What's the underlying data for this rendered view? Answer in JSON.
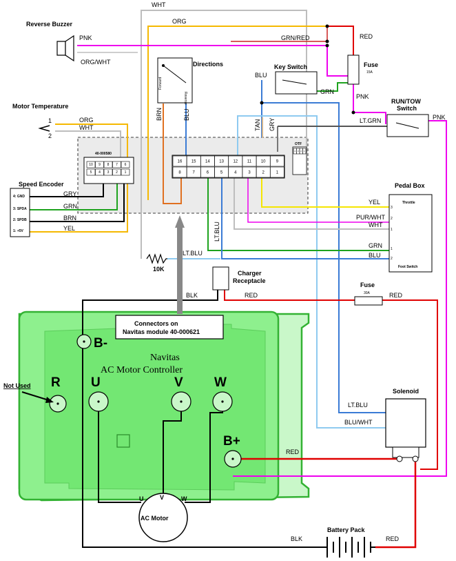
{
  "labels": {
    "reverse_buzzer": "Reverse Buzzer",
    "directions": "Directions",
    "forward": "Forward",
    "reverse": "Reverse",
    "motor_temperature": "Motor Temperature",
    "key_switch": "Key Switch",
    "fuse_15": "Fuse",
    "fuse_15_rating": "15A",
    "run_tow_switch_1": "RUN/TOW",
    "run_tow_switch_2": "Switch",
    "speed_encoder": "Speed Encoder",
    "connector_40_000580": "40-000580",
    "otf": "OTF",
    "pedal_box": "Pedal Box",
    "throttle": "Throttle",
    "foot_switch": "Foot Switch",
    "resistor_10k": "10K",
    "charger_receptacle_1": "Charger",
    "charger_receptacle_2": "Receptacle",
    "fuse_30": "Fuse",
    "fuse_30_rating": "30A",
    "connectors_note_1": "Connectors on",
    "connectors_note_2": "Navitas module 40-000621",
    "controller_name_1": "Navitas",
    "controller_name_2": "AC Motor Controller",
    "not_used": "Not Used",
    "solenoid": "Solenoid",
    "ac_motor": "AC Motor",
    "battery_pack": "Battery Pack"
  },
  "terminals": {
    "b_minus": "B-",
    "b_plus": "B+",
    "r": "R",
    "u": "U",
    "v": "V",
    "w": "W",
    "motor_u": "U",
    "motor_v": "V",
    "motor_w": "W"
  },
  "encoder_pins": [
    "4: GND",
    "3: SPDA",
    "2: SPDB",
    "1: +5V"
  ],
  "temp_pins": [
    "1",
    "2"
  ],
  "main_connector_top": [
    "16",
    "15",
    "14",
    "13",
    "12",
    "11",
    "10",
    "9"
  ],
  "main_connector_bottom": [
    "8",
    "7",
    "6",
    "5",
    "4",
    "3",
    "2",
    "1"
  ],
  "small_connector_top": [
    "10",
    "9",
    "8",
    "7",
    "6"
  ],
  "small_connector_bottom": [
    "5",
    "4",
    "3",
    "2",
    "1"
  ],
  "otf_pins": [
    "4",
    "3",
    "2",
    "1",
    "8",
    "7",
    "6",
    "5"
  ],
  "throttle_pins": [
    "3",
    "2",
    "1"
  ],
  "foot_switch_pins": [
    "1",
    "2"
  ],
  "wires": {
    "wht_top": "WHT",
    "org_top": "ORG",
    "pnk_buzzer": "PNK",
    "org_wht": "ORG/WHT",
    "grn_red": "GRN/RED",
    "red_fuse": "RED",
    "blu_key": "BLU",
    "grn_key": "GRN",
    "pnk_fuse": "PNK",
    "brn_dir": "BRN",
    "blu_dir": "BLU",
    "tan": "TAN",
    "gry": "GRY",
    "lt_grn": "LT.GRN",
    "pnk_run": "PNK",
    "org_temp": "ORG",
    "wht_temp": "WHT",
    "gry_enc": "GRY",
    "grn_enc": "GRN",
    "brn_enc": "BRN",
    "yel_enc": "YEL",
    "yel_pedal": "YEL",
    "pur_wht": "PUR/WHT",
    "wht_pedal": "WHT",
    "grn_pedal": "GRN",
    "blu_pedal": "BLU",
    "lt_blu_vert": "LT.BLU",
    "lt_blu_res": "LT.BLU",
    "blk_charger": "BLK",
    "red_charger": "RED",
    "red_fuse30": "RED",
    "lt_blu_sol": "LT.BLU",
    "blu_wht_sol": "BLU/WHT",
    "red_bplus": "RED",
    "blk_batt": "BLK",
    "red_batt": "RED"
  },
  "colors": {
    "controller_fill": "#8ef08e",
    "controller_border": "#33b233",
    "panel_fill": "#ebebeb"
  }
}
